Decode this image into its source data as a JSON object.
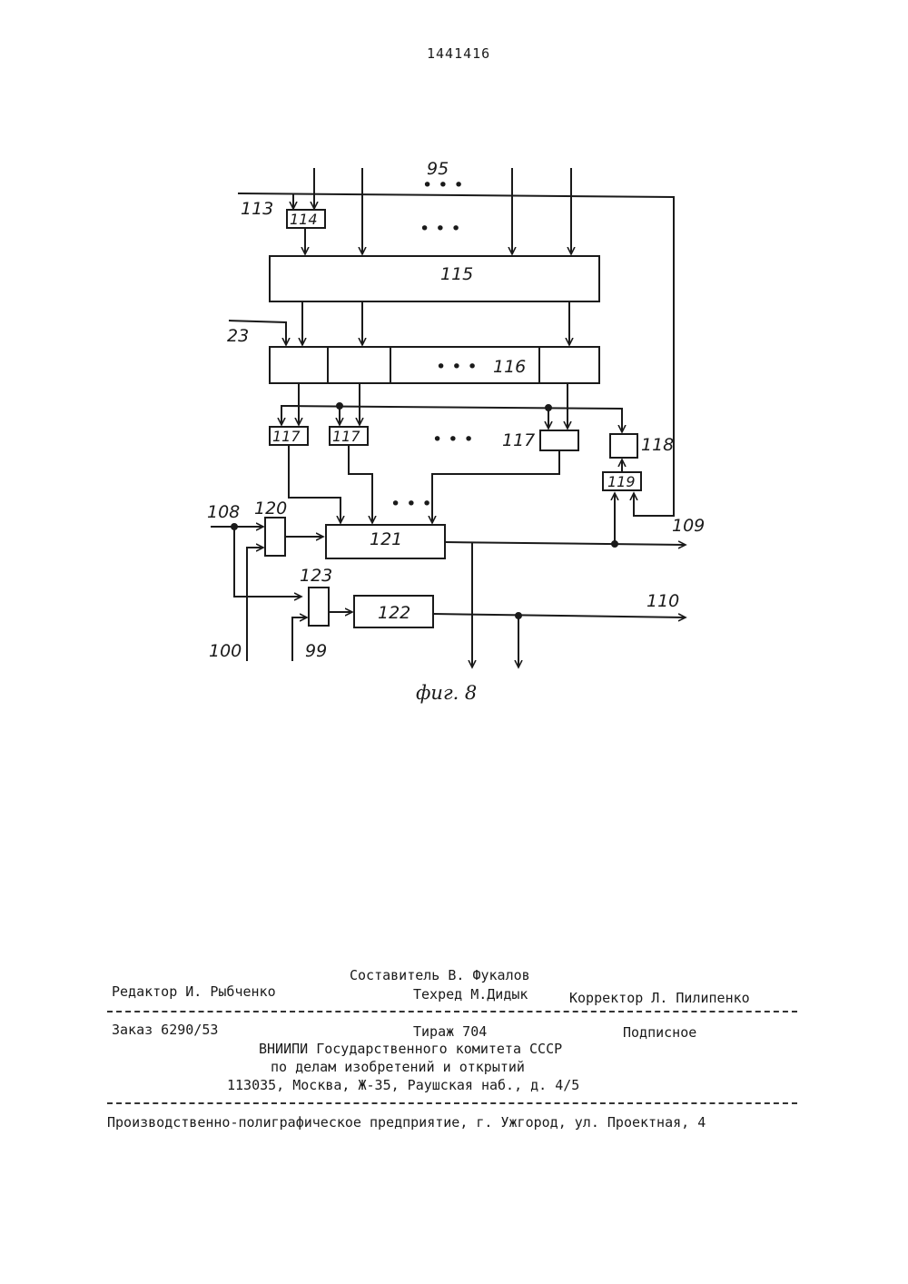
{
  "header": {
    "patent_number": "1441416"
  },
  "figure": {
    "caption": "фиг. 8",
    "labels": {
      "bus_95": "95",
      "ellipsis": "• • •",
      "input_113": "113",
      "block_114": "114",
      "block_115": "115",
      "input_23": "23",
      "block_116": "116",
      "block_117": "117",
      "block_118": "118",
      "block_119": "119",
      "input_108": "108",
      "block_120": "120",
      "block_121": "121",
      "output_109": "109",
      "block_123": "123",
      "block_122": "122",
      "output_110": "110",
      "input_100": "100",
      "input_99": "99"
    }
  },
  "colophon": {
    "composer": "Составитель В. Фукалов",
    "editor": "Редактор И. Рыбченко",
    "techred": "Техред М.Дидык",
    "corrector": "Корректор Л. Пилипенко",
    "order": "Заказ 6290/53",
    "circulation": "Тираж 704",
    "subscription": "Подписное",
    "org_line1": "ВНИИПИ Государственного комитета СССР",
    "org_line2": "по делам изобретений и открытий",
    "org_address": "113035, Москва, Ж-35, Раушская наб., д. 4/5",
    "printer": "Производственно-полиграфическое предприятие, г. Ужгород, ул. Проектная, 4"
  }
}
